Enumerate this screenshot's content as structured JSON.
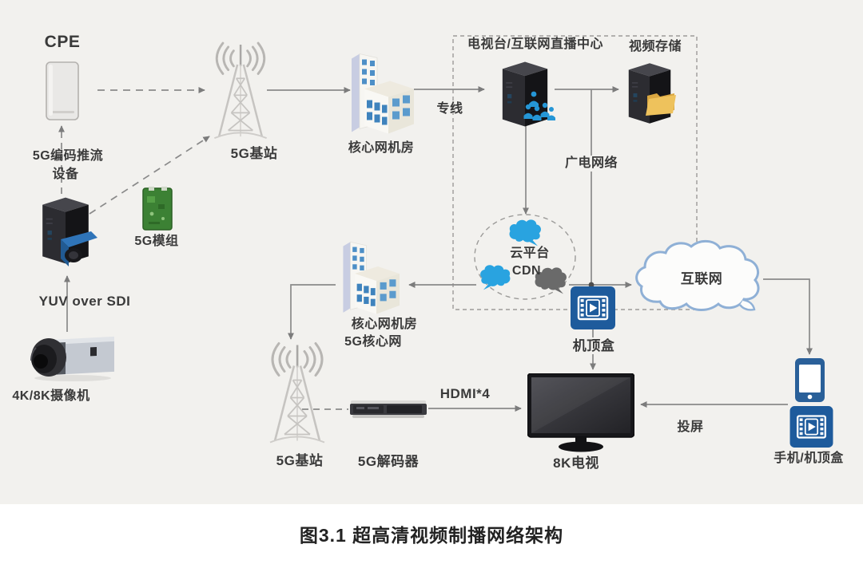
{
  "figure": {
    "caption": "图3.1 超高清视频制播网络架构"
  },
  "groups": {
    "live_center": {
      "label": "电视台/互联网直播中心"
    }
  },
  "nodes": {
    "cpe": {
      "label": "CPE"
    },
    "encoder": {
      "label_line1": "5G编码推流",
      "label_line2": "设备"
    },
    "module_5g": {
      "label": "5G模组"
    },
    "camera": {
      "label": "4K/8K摄像机"
    },
    "bts_top": {
      "label": "5G基站"
    },
    "core_room_top": {
      "label": "核心网机房"
    },
    "video_storage": {
      "label": "视频存储"
    },
    "cdn": {
      "label_line1": "云平台",
      "label_line2": "CDN"
    },
    "internet": {
      "label": "互联网"
    },
    "stb": {
      "label": "机顶盒"
    },
    "core_room_5g": {
      "label_line1": "核心网机房",
      "label_line2": "5G核心网"
    },
    "bts_bottom": {
      "label": "5G基站"
    },
    "decoder": {
      "label": "5G解码器"
    },
    "tv": {
      "label": "8K电视"
    },
    "phone_stb": {
      "label": "手机/机顶盒"
    }
  },
  "edges": {
    "yuv_over_sdi": {
      "label": "YUV over SDI"
    },
    "dedicated_line": {
      "label": "专线"
    },
    "broadcast_network": {
      "label": "广电网络"
    },
    "hdmi": {
      "label": "HDMI*4"
    },
    "screen_cast": {
      "label": "投屏"
    }
  },
  "colors": {
    "background": "#f2f1ee",
    "connector_line": "#8a8a8a",
    "text": "#3a3a3a",
    "icon_blue": "#1e5b9c",
    "cloud_blue": "#29a3e0",
    "cloud_grey": "#6a6a6a",
    "internet_cloud_stroke": "#8fb0d6",
    "building_window": "#4d8fc7",
    "module_green": "#3c8134",
    "folder_yellow": "#eec25c",
    "server_dark": "#2c2c31"
  }
}
